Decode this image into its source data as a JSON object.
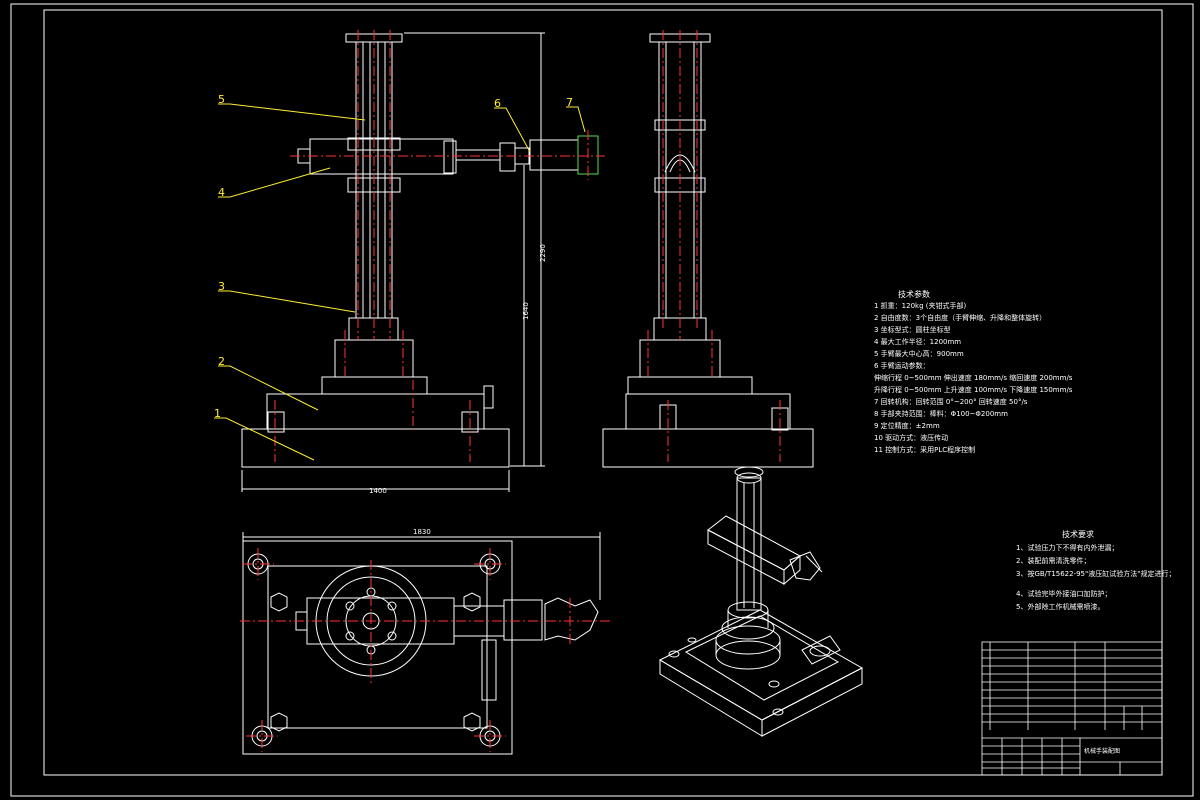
{
  "part_labels": [
    "1",
    "2",
    "3",
    "4",
    "5",
    "6",
    "7"
  ],
  "dimensions": {
    "base_width": "1400",
    "total_height": "2290",
    "arm_height": "1640",
    "plan_width": "1830"
  },
  "tech_params": {
    "title": "技术参数",
    "lines": [
      "1 抓重：120kg (夹钳式手部)",
      "2 自由度数：3个自由度（手臂伸缩、升降和整体旋转）",
      "3 坐标型式：圆柱坐标型",
      "4 最大工作半径：1200mm",
      "5 手臂最大中心高：900mm",
      "6 手臂运动参数：",
      "   伸缩行程  0~500mm   伸出速度  180mm/s   缩回速度  200mm/s",
      "   升降行程  0~500mm   上升速度  100mm/s   下降速度  150mm/s",
      "7 回转机构：回转范围  0°~200°  回转速度  50°/s",
      "8 手部夹持范围：棒料：Φ100~Φ200mm",
      "9 定位精度：±2mm",
      "10 驱动方式：液压传动",
      "11 控制方式：采用PLC程序控制"
    ]
  },
  "tech_requirements": {
    "title": "技术要求",
    "lines": [
      "1、试验压力下不得有内外泄漏；",
      "2、装配前需清洗零件；",
      "3、按GB/T15622-95\"液压缸试验方法\"规定进行；",
      "4、试验完毕外接油口加防护；",
      "5、外部除工作机械需喷漆。"
    ]
  },
  "title_block": {
    "drawing_name": "机械手装配图"
  }
}
